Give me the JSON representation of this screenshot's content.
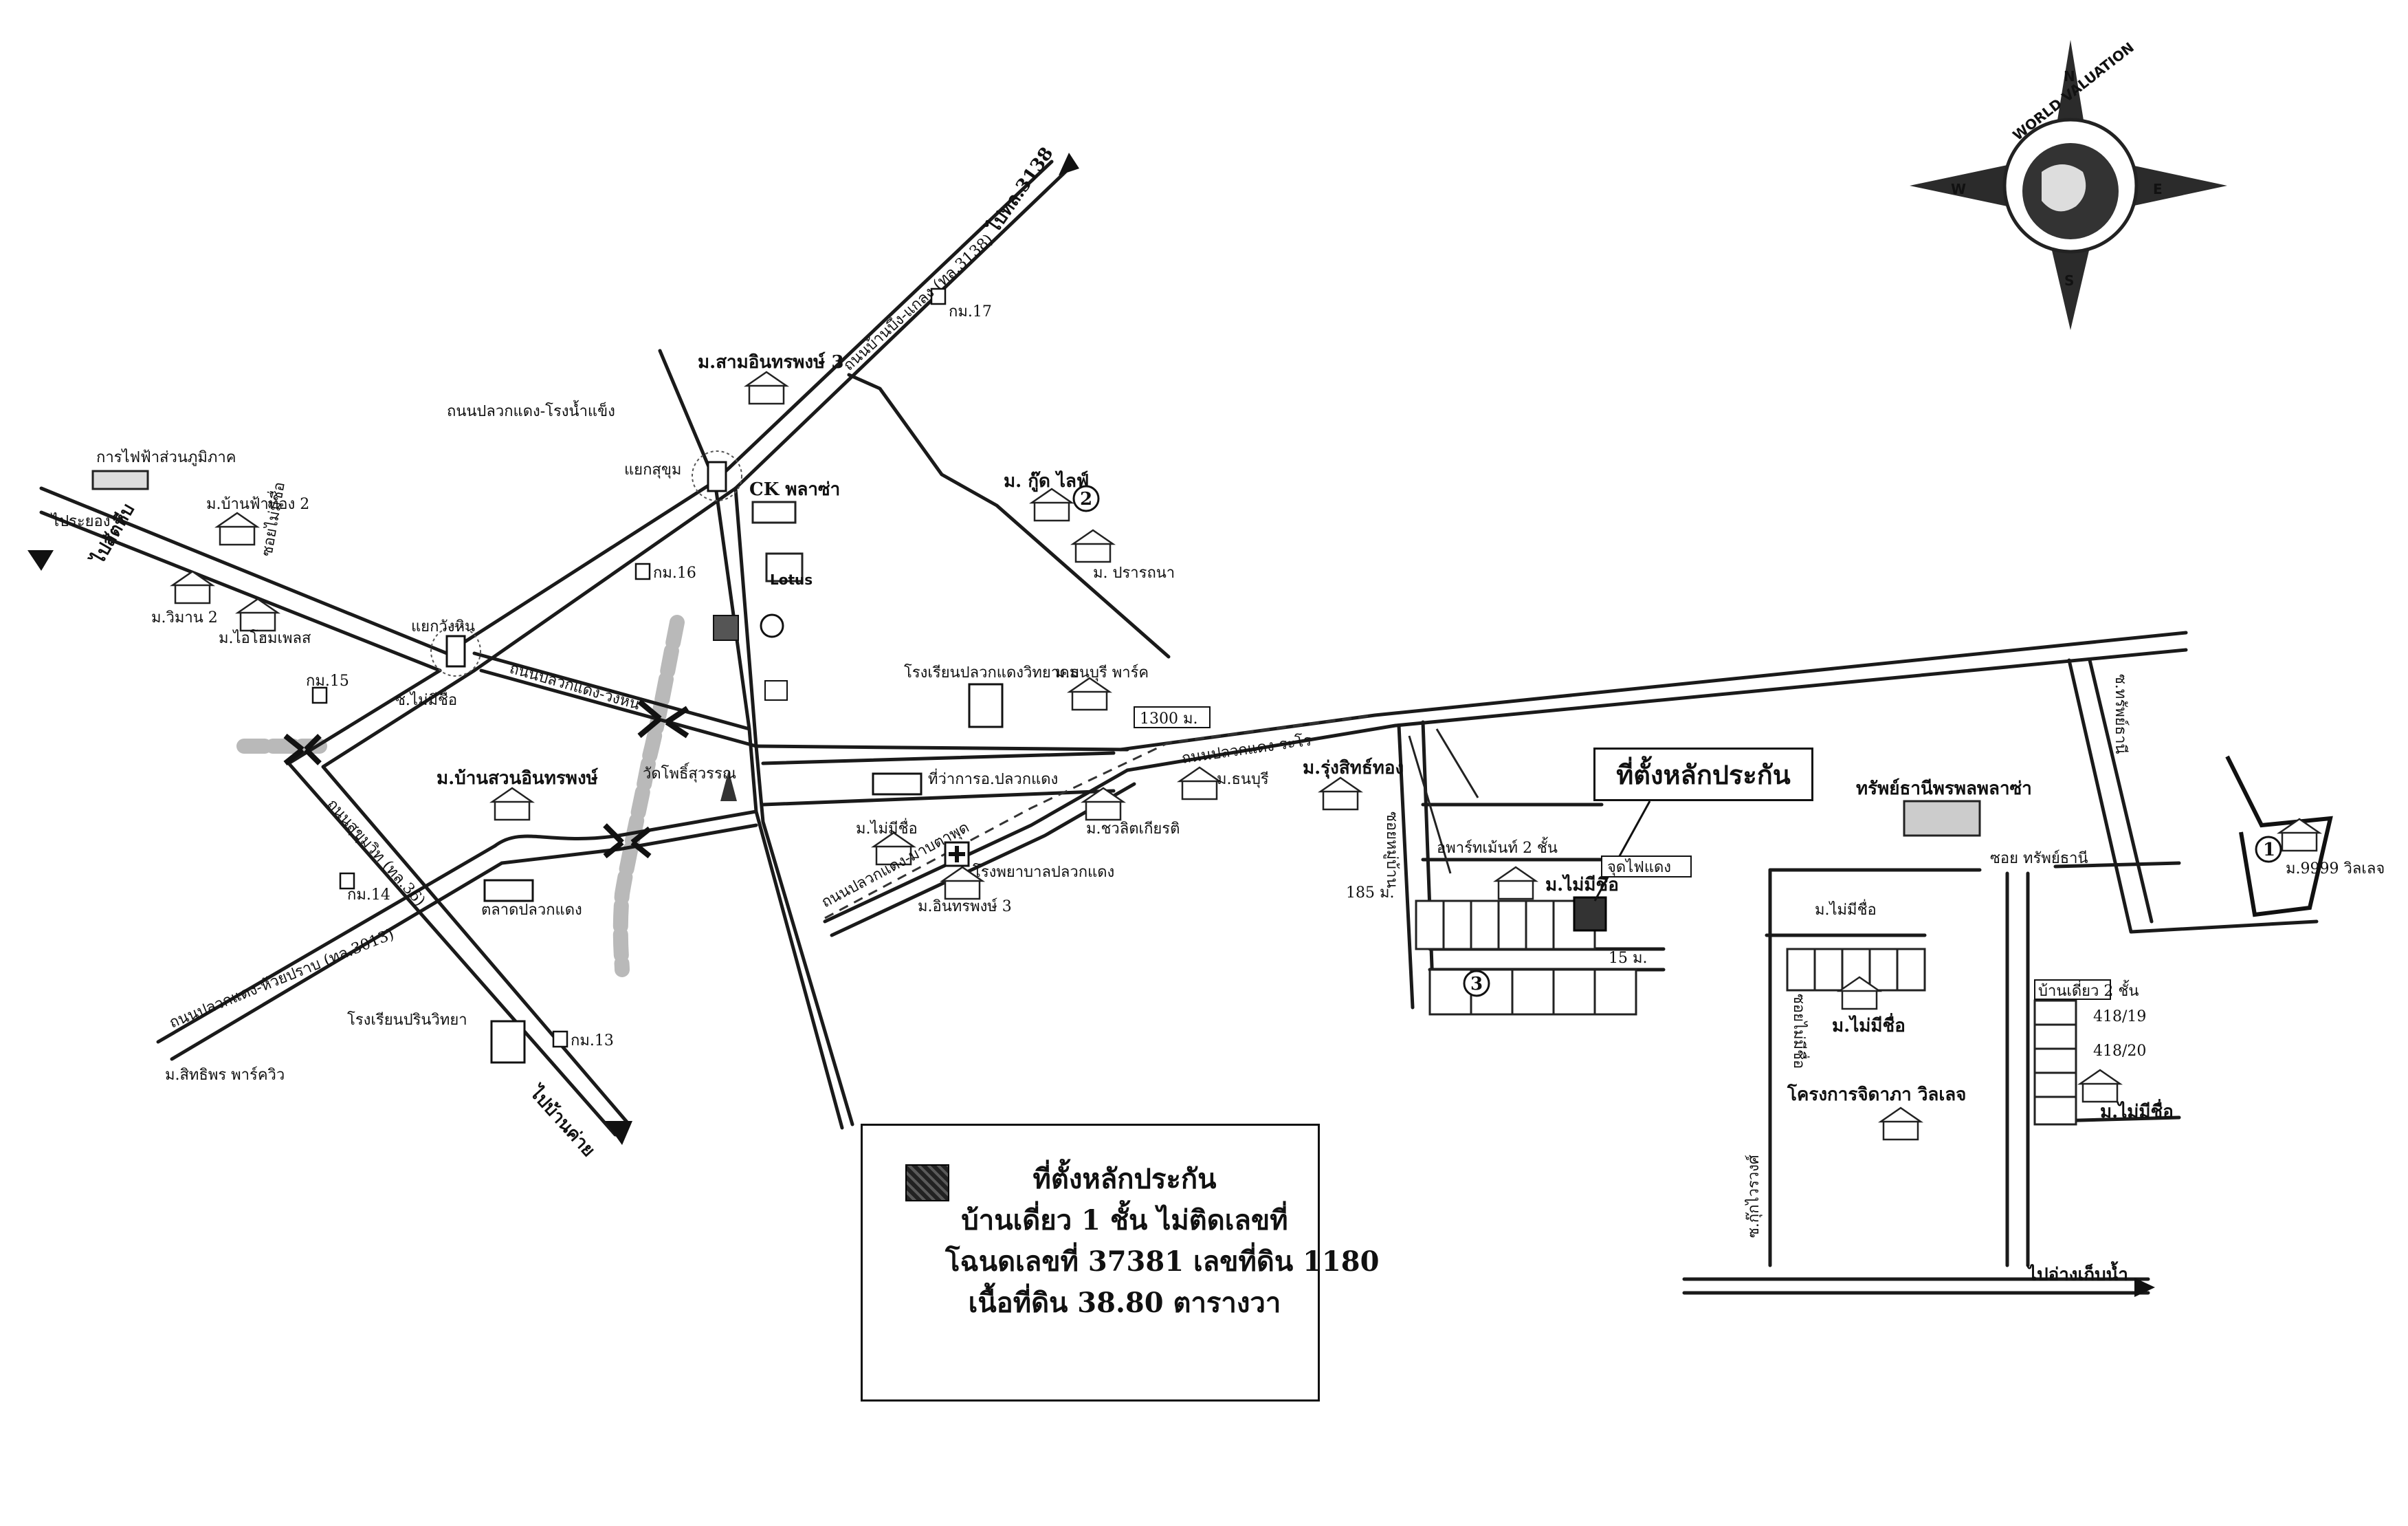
{
  "compass": {
    "ring_text": "WORLD VALUATION",
    "north": "N",
    "south": "S",
    "east": "E",
    "west": "W"
  },
  "legend": {
    "title": "ที่ตั้งหลักประกัน",
    "line1": "บ้านเดี่ยว 1 ชั้น ไม่ติดเลขที่",
    "line2": "โฉนดเลขที่ 37381 เลขที่ดิน 1180",
    "line3": "เนื้อที่ดิน 38.80 ตารางวา"
  },
  "site_callout": "ที่ตั้งหลักประกัน",
  "roads": {
    "to_highway_3138": "ไปทล.3138",
    "ban_bung_nong_khla": "ถนนบ้านบึง-แกลง (ทล.3138)",
    "pluak_daeng_rong_nam_khang": "ถนนปลวกแดง-โรงน้ำแข็ง",
    "pluak_daeng_wang_pha": "ถนนปลวกแดง-วังหิน",
    "to_rayong": "ไประยอง",
    "to_sattahip": "ไปสัตหีบ",
    "to_ban_khai": "ไปบ้านค่าย",
    "pluak_daeng_huai_prap": "ถนนปลวกแดง-ห้วยปราบ (ทล.3013)",
    "sukhumvit": "ถนนสุขุมวิท (ทล.36)",
    "to_ang_kep_nam": "ไปอ่างเก็บน้ำ",
    "pluak_daeng_lane": "ถนนปลวกแดง-ระโร",
    "mab_ta_phut": "ถนนปลวกแดง-มาบตาพุด",
    "soi_no_name": "ซ.ไม่มีชื่อ",
    "soi_tharp": "ซ.ทรัพย์ธานี",
    "soi_no_name2": "ซอยไม่มีชื่อ",
    "soi_kloy": "ซ.กุ๊กไวรวงศ์",
    "soi_tharp2": "ซอย ทรัพย์ธานี",
    "soi_main": "ซอยหมู่บ้าน",
    "soi_no_name3": "ซอยไม่มีชื่อ"
  },
  "distances": {
    "d1300": "1300 ม.",
    "d185": "185 ม.",
    "d15": "15 ม."
  },
  "places": {
    "kanfaiphalit": "การไฟฟ้าส่วนภูมิภาค",
    "mooban_ban_thong2": "ม.บ้านฟ้าทอง 2",
    "mooban_wiman2": "ม.วิมาน 2",
    "mooban_aimhome": "ม.ไอโฮมเพลส",
    "mooban_sam_inphon3": "ม.สามอินทรพงษ์ 3",
    "kraduk_sue": "แยกสุขุม",
    "kraduk_no": "แยกวังหิน",
    "ck": "CK พลาซ่า",
    "lotus": "Lotus",
    "m16": "กม.16",
    "m17": "กม.17",
    "m15": "กม.15",
    "m14": "กม.14",
    "m13": "กม.13",
    "good_life": "ม. กู๊ด ไลฟ์",
    "prawat": "ม. ปรารถนา",
    "school_pluak_daeng": "โรงเรียนปลวกแดงวิทยาคม",
    "m_thanpuri": "ม.ธนบุรี พาร์ค",
    "ban_suan": "ม.บ้านสวนอินทรพงษ์",
    "wat": "วัดโพธิ์สุวรรณ",
    "district_office": "ที่ว่าการอ.ปลวกแดง",
    "m_no_name": "ม.ไม่มีชื่อ",
    "hospital": "โรงพยาบาลปลวกแดง",
    "m_intharapong3": "ม.อินทรพงษ์ 3",
    "m_thanpuri2": "ม.ธนบุรี",
    "m_rueangsuk": "ม.รุ่งสิทธ์ทอง",
    "m_chaloemkiat": "ม.ชวลิตเกียรติ",
    "market": "ตลาดปลวกแดง",
    "school_prinwittaya": "โรงเรียนปรินวิทยา",
    "m_sitthiphon": "ม.สิทธิพร พาร์ควิว",
    "apartment": "อพาร์ทเม้นท์ 2 ชั้น",
    "m_no_name_site": "ม.ไม่มีชื่อ",
    "check_point": "จุดไฟแดง",
    "tharp_dhani": "ทรัพย์ธานีพรพลพลาซ่า",
    "m9999": "ม.9999 วิลเลจ",
    "house2_floor": "บ้านเดี่ยว 2 ชั้น",
    "addr_41819": "418/19",
    "addr_41820": "418/20",
    "m_no_name_b": "ม.ไม่มีชื่อ",
    "m_no_name_c": "ม.ไม่มีชื่อ",
    "project_jidapa": "โครงการจิดาภา วิลเลจ",
    "m_no_name_d": "ม.ไม่มีชื่อ"
  },
  "markers": {
    "m1": "1",
    "m2": "2",
    "m3": "3"
  }
}
